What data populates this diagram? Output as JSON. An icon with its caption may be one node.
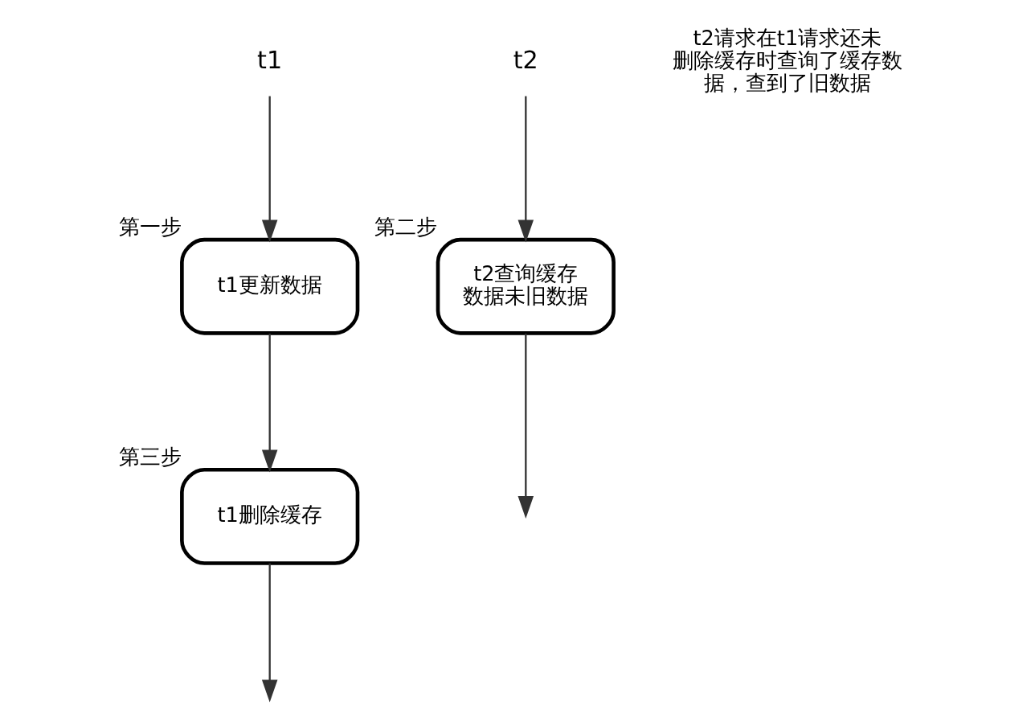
{
  "diagram": {
    "nodes": [
      {
        "text": [
          "t1"
        ]
      },
      {
        "text": [
          "t2"
        ]
      },
      {
        "text": [
          "t1更新数据"
        ],
        "beside": [
          "第一步"
        ]
      },
      {
        "text": [
          "t2查询缓存数据未旧数据"
        ],
        "beside": [
          "第二步"
        ]
      },
      {
        "text": [
          "t1删除缓存"
        ],
        "beside": [
          "第三步"
        ]
      }
    ],
    "edges": [
      {
        "from": 0,
        "to": 2,
        "arrow": "to"
      },
      {
        "from": 2,
        "to": 4,
        "arrow": "to"
      },
      {
        "from": 4,
        "to": null,
        "arrow": "to"
      },
      {
        "from": 1,
        "to": 3,
        "arrow": "to"
      },
      {
        "from": 3,
        "to": null,
        "arrow": "to"
      }
    ],
    "labels": [
      "t2请求在t1请求还未删除缓存时查询了缓存数据，查到了旧数据"
    ]
  }
}
